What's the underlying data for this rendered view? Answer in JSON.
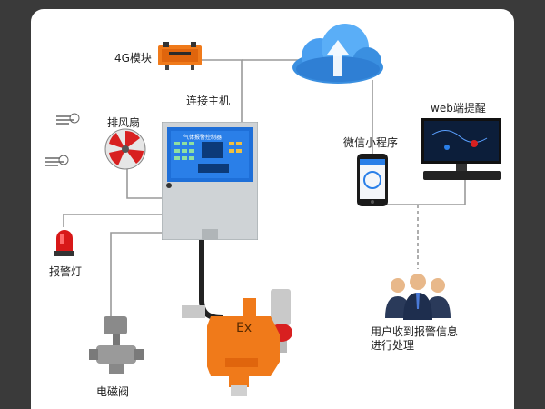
{
  "labels": {
    "module_4g": "4G模块",
    "host": "连接主机",
    "fan": "排风扇",
    "alarm_light": "报警灯",
    "valve": "电磁阀",
    "wechat": "微信小程序",
    "web": "web端提醒",
    "user_line1": "用户收到报警信息",
    "user_line2": "进行处理"
  },
  "device": {
    "panel_title": "气体报警控制器",
    "ex_mark": "Ex"
  },
  "colors": {
    "background": "#3a3a3a",
    "card": "#ffffff",
    "line": "#9a9a9a",
    "cloud": "#3a8fe0",
    "detector": "#f07a1a",
    "controller_screen": "#1e6fd8",
    "alarm_red": "#d81818"
  }
}
